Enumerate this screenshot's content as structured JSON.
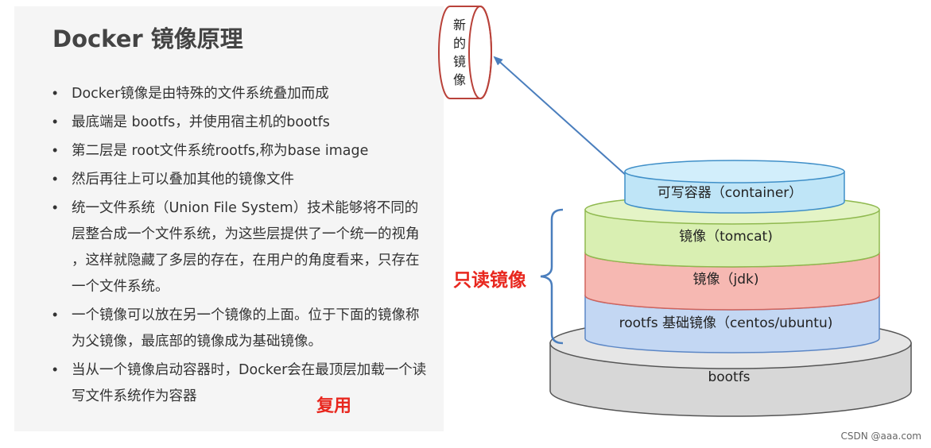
{
  "title": "Docker 镜像原理",
  "bullets": [
    {
      "lines": [
        "Docker镜像是由特殊的文件系统叠加而成"
      ]
    },
    {
      "lines": [
        "最底端是 bootfs，并使用宿主机的bootfs"
      ]
    },
    {
      "lines": [
        "第二层是 root文件系统rootfs,称为base image"
      ]
    },
    {
      "lines": [
        "然后再往上可以叠加其他的镜像文件"
      ]
    },
    {
      "lines": [
        "统一文件系统（Union File System）技术能够将不同的",
        "层整合成一个文件系统，为这些层提供了一个统一的视角",
        "，这样就隐藏了多层的存在，在用户的角度看来，只存在",
        "一个文件系统。"
      ]
    },
    {
      "lines": [
        "一个镜像可以放在另一个镜像的上面。位于下面的镜像称",
        "为父镜像，最底部的镜像成为基础镜像。"
      ]
    },
    {
      "lines": [
        "当从一个镜像启动容器时，Docker会在最顶层加载一个读",
        "写文件系统作为容器"
      ]
    }
  ],
  "reuse_label": "复用",
  "readonly_label": "只读镜像",
  "new_image_label": [
    "新",
    "的",
    "镜",
    "像"
  ],
  "layers": {
    "container": {
      "label": "可写容器（container）",
      "fill": "#bfe5f7",
      "stroke": "#3f8fc8"
    },
    "tomcat": {
      "label": "镜像（tomcat)",
      "fill": "#d9efb2",
      "stroke": "#8fb94f"
    },
    "jdk": {
      "label": "镜像（jdk)",
      "fill": "#f6b8b2",
      "stroke": "#d0645d"
    },
    "rootfs": {
      "label": "rootfs 基础镜像（centos/ubuntu)",
      "fill": "#c3d7f3",
      "stroke": "#5c87c6"
    },
    "bootfs": {
      "label": "bootfs",
      "fill": "#d7d7d7",
      "stroke": "#555555"
    }
  },
  "colors": {
    "red_label": "#e8271e",
    "arrow": "#4a7ebd",
    "brace": "#4a7ebd",
    "scroll_stroke": "#b9423a"
  },
  "watermark": "CSDN @aaa.com"
}
